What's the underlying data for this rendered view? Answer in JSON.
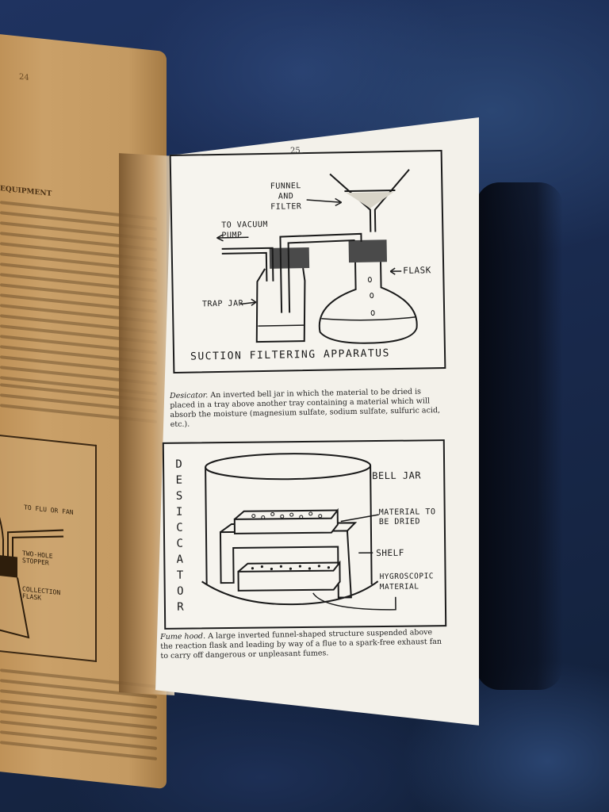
{
  "left_page": {
    "page_number": "24",
    "heading": "EQUIPMENT",
    "figure_labels": {
      "to_flue": "TO FLU OR FAN",
      "stopper": "TWO-HOLE STOPPER",
      "collection": "COLLECTION FLASK"
    }
  },
  "right_page": {
    "page_number": "25",
    "figure1": {
      "title": "SUCTION FILTERING APPARATUS",
      "labels": {
        "funnel": "FUNNEL AND FILTER",
        "vacuum": "TO VACUUM PUMP",
        "flask": "FLASK",
        "trap": "TRAP JAR"
      }
    },
    "caption1": {
      "term": "Desicator.",
      "text": "An inverted bell jar in which the material to be dried is placed in a tray above another tray containing a material which will absorb the moisture (magnesium sulfate, sodium sulfate, sulfuric acid, etc.)."
    },
    "figure2": {
      "vertical_title": "DESICCATOR",
      "labels": {
        "bell_jar": "BELL JAR",
        "material": "MATERIAL TO BE DRIED",
        "shelf": "SHELF",
        "hygroscopic": "HYGROSCOPIC MATERIAL"
      }
    },
    "caption2": {
      "term": "Fume hood.",
      "text": "A large inverted funnel-shaped structure suspended above the reaction flask and leading by way of a flue to a spark-free exhaust fan to carry off dangerous or unpleasant fumes."
    }
  }
}
